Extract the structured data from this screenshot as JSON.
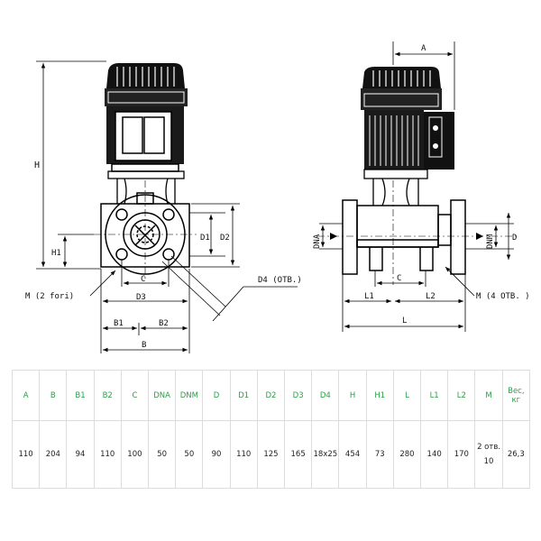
{
  "front_view": {
    "labels": {
      "H": "H",
      "H1": "H1",
      "D1": "D1",
      "D2": "D2",
      "C": "C",
      "D3": "D3",
      "B1": "B1",
      "B2": "B2",
      "B": "B",
      "D4": "D4 (ОТВ.)",
      "M": "M (2 fori)"
    }
  },
  "side_view": {
    "labels": {
      "A": "A",
      "DNA": "DNA",
      "DNM": "DNM",
      "D": "D",
      "C": "C",
      "L1": "L1",
      "L2": "L2",
      "L": "L",
      "M": "M (4 ОТВ. )"
    }
  },
  "spec_table": {
    "header_color": "#2aa046",
    "headers": [
      "A",
      "B",
      "B1",
      "B2",
      "C",
      "DNA",
      "DNM",
      "D",
      "D1",
      "D2",
      "D3",
      "D4",
      "H",
      "H1",
      "L",
      "L1",
      "L2",
      "M",
      "Вес, кг"
    ],
    "values": [
      "110",
      "204",
      "94",
      "110",
      "100",
      "50",
      "50",
      "90",
      "110",
      "125",
      "165",
      "18x25",
      "454",
      "73",
      "280",
      "140",
      "170",
      "2 отв. 10",
      "26,3"
    ]
  }
}
